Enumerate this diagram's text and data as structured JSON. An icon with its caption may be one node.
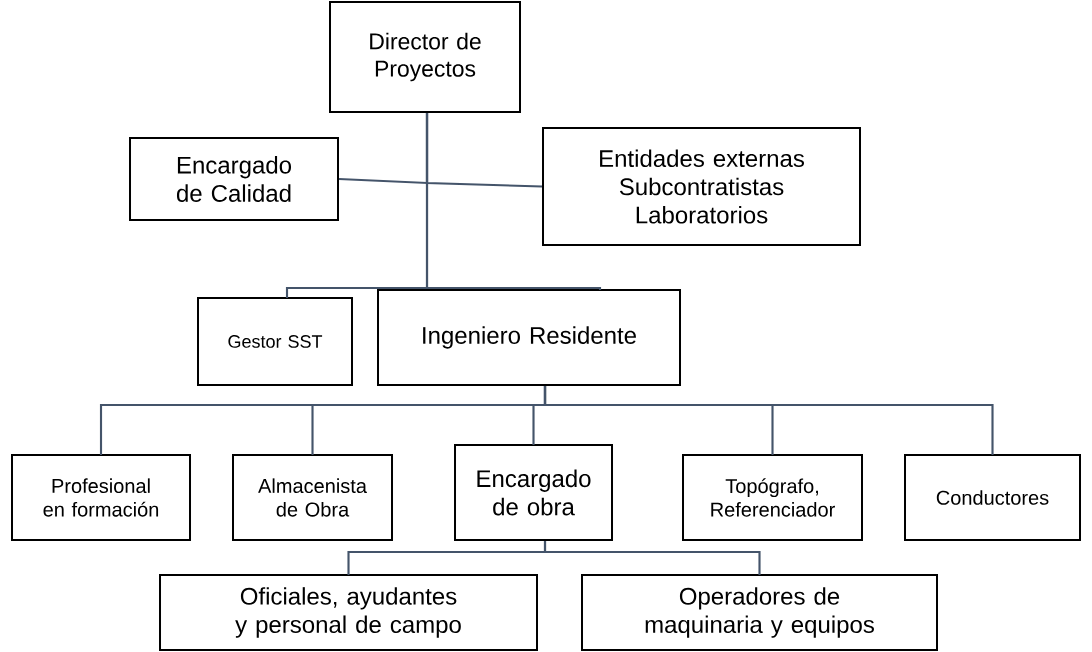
{
  "diagram": {
    "nodes": [
      {
        "text": [
          "Director de Proyectos"
        ]
      },
      {
        "text": [
          "Encargado de Calidad"
        ]
      },
      {
        "text": [
          "Entidades externas",
          "Subcontratistas",
          "Laboratorios"
        ]
      },
      {
        "text": [
          "Gestor SST"
        ]
      },
      {
        "text": [
          "Ingeniero Residente"
        ]
      },
      {
        "text": [
          "Profesional en formación"
        ]
      },
      {
        "text": [
          "Almacenista de Obra"
        ]
      },
      {
        "text": [
          "Encargado de obra"
        ]
      },
      {
        "text": [
          "Topógrafo, Referenciador"
        ]
      },
      {
        "text": [
          "Conductores"
        ]
      },
      {
        "text": [
          "Oficiales, ayudantes y personal de campo"
        ]
      },
      {
        "text": [
          "Operadores de maquinaria y equipos"
        ]
      }
    ],
    "edges": [
      {
        "from": 0,
        "to": 1,
        "arrow": "none"
      },
      {
        "from": 0,
        "to": 2,
        "arrow": "none"
      },
      {
        "from": 0,
        "to": 3,
        "arrow": "none"
      },
      {
        "from": 0,
        "to": 4,
        "arrow": "none"
      },
      {
        "from": 4,
        "to": 5,
        "arrow": "none"
      },
      {
        "from": 4,
        "to": 6,
        "arrow": "none"
      },
      {
        "from": 4,
        "to": 7,
        "arrow": "none"
      },
      {
        "from": 4,
        "to": 8,
        "arrow": "none"
      },
      {
        "from": 4,
        "to": 9,
        "arrow": "none"
      },
      {
        "from": 7,
        "to": 10,
        "arrow": "none"
      },
      {
        "from": 7,
        "to": 11,
        "arrow": "none"
      }
    ]
  }
}
